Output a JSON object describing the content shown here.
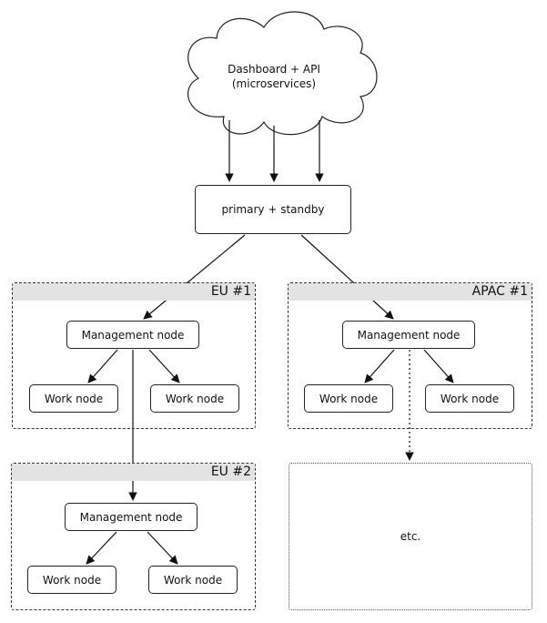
{
  "cloud": {
    "line1": "Dashboard + API",
    "line2": "(microservices)"
  },
  "core": {
    "label": "primary + standby"
  },
  "regions": {
    "eu1": {
      "title": "EU #1",
      "management": "Management node",
      "work_left": "Work node",
      "work_right": "Work node"
    },
    "apac1": {
      "title": "APAC #1",
      "management": "Management node",
      "work_left": "Work node",
      "work_right": "Work node"
    },
    "eu2": {
      "title": "EU #2",
      "management": "Management node",
      "work_left": "Work node",
      "work_right": "Work node"
    }
  },
  "etc": {
    "label": "etc."
  }
}
